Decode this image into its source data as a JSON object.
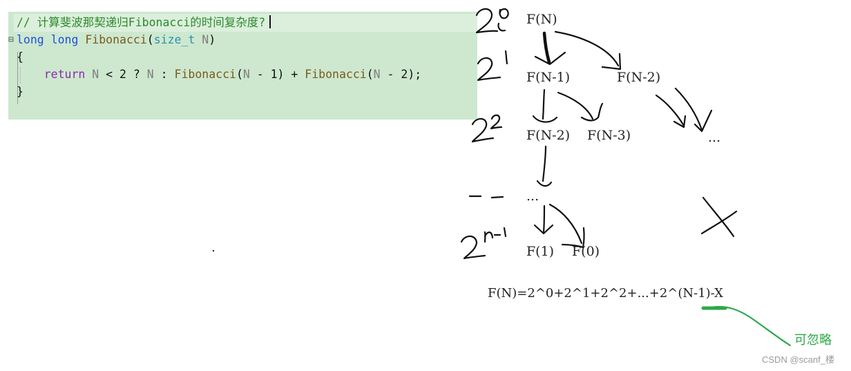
{
  "code": {
    "comment": "// 计算斐波那契递归Fibonacci的时间复杂度?",
    "signature": {
      "kw1": "long",
      "kw2": "long",
      "fn": "Fibonacci",
      "open": "(",
      "type": "size_t",
      "param": "N",
      "close": ")"
    },
    "brace_open": "{",
    "body": {
      "kw": "return",
      "p1": "N",
      "t1": " < 2 ? ",
      "p2": "N",
      "t2": " : ",
      "fn1": "Fibonacci",
      "o1": "(",
      "p3": "N",
      "t3": " - 1) + ",
      "fn2": "Fibonacci",
      "o2": "(",
      "p4": "N",
      "t4": " - 2);"
    },
    "brace_close": "}"
  },
  "tree": {
    "nodes": [
      "F(N)",
      "F(N-1)",
      "F(N-2)",
      "F(N-2)",
      "F(N-3)",
      "...",
      "...",
      "F(1)",
      "F(0)"
    ],
    "level_labels": [
      "2⁰",
      "2¹",
      "2²",
      "- - -",
      "2ⁿ⁻¹"
    ]
  },
  "formula": "F(N)=2^0+2^1+2^2+...+2^(N-1)-X",
  "note": "可忽略",
  "watermark": "CSDN @scanf_楼",
  "colors": {
    "panel": "#cde8cf",
    "comment": "#2b8a2b",
    "keyword": "#1f4fd8",
    "return": "#8a2aa8",
    "function": "#7a5a1a",
    "type": "#2b91af",
    "note": "#2ea84a"
  }
}
